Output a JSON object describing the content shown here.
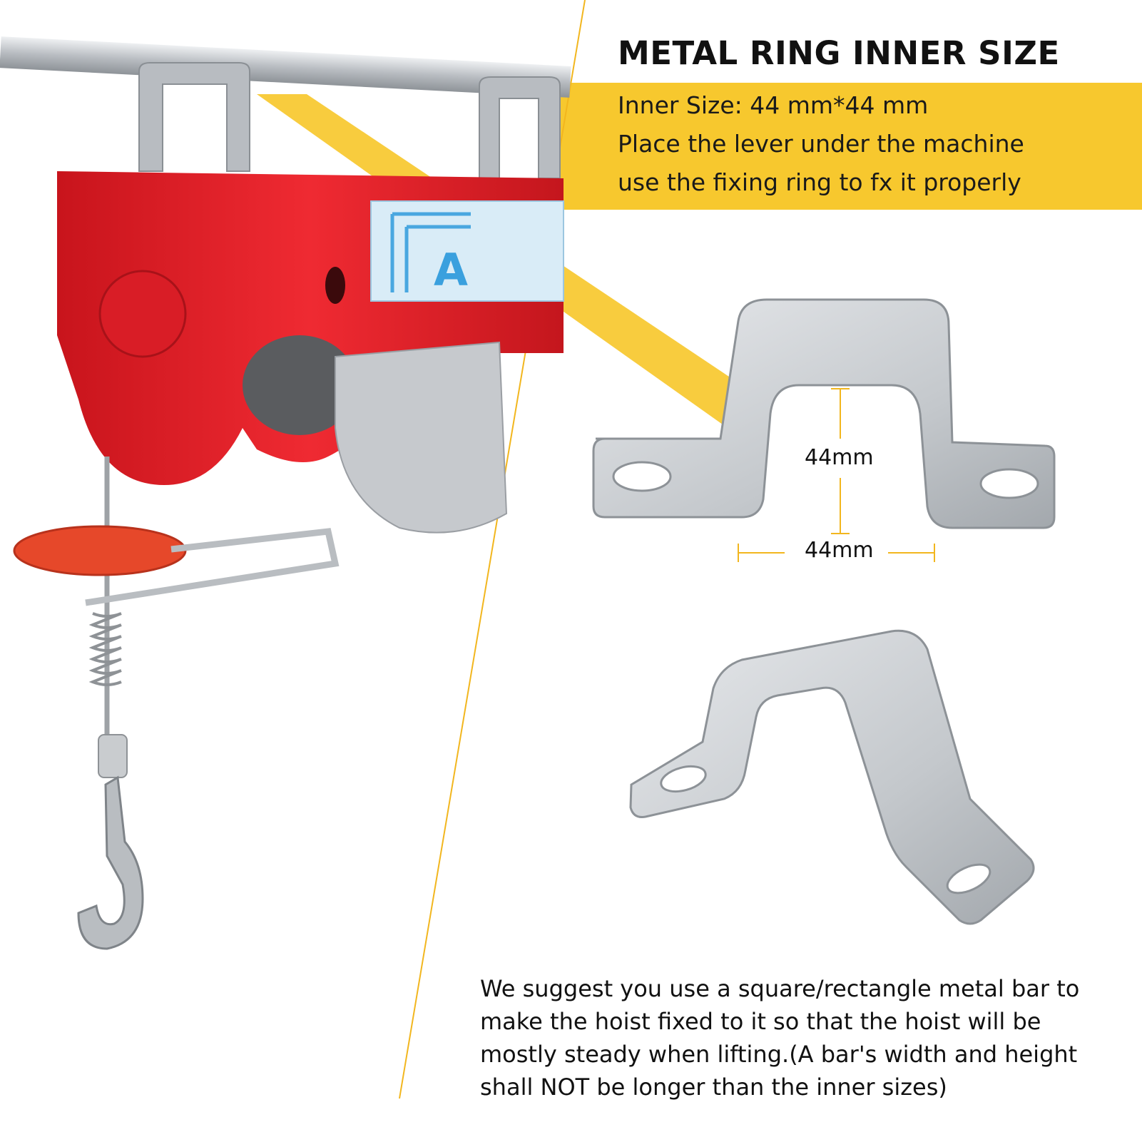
{
  "heading": "METAL RING INNER SIZE",
  "band_lines": [
    "Inner Size: 44 mm*44 mm",
    "Place the lever under the machine",
    "use the fixing ring to fx it properly"
  ],
  "dimensions": {
    "height_label": "44mm",
    "width_label": "44mm"
  },
  "hoist_plate_letter": "A",
  "note": "We suggest you use a square/rectangle metal bar to make the hoist fixed to it so that the hoist will be mostly steady when lifting.(A bar's width and height shall NOT be longer than the inner sizes)",
  "colors": {
    "accent_yellow": "#f7c82e",
    "hoist_red": "#e0202a",
    "steel": "#c9ccd0"
  }
}
